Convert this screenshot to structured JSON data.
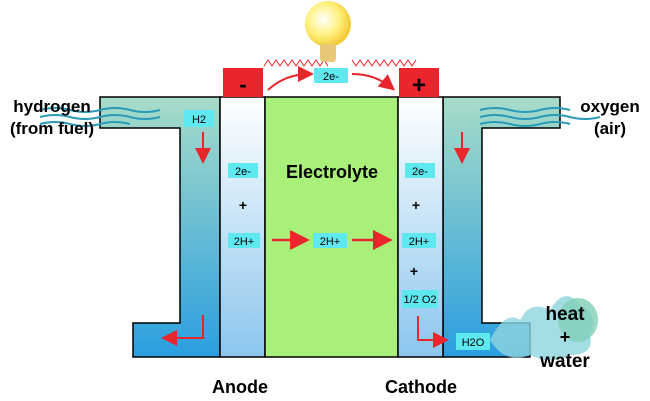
{
  "title": "Fuel cell diagram",
  "labels": {
    "hydrogen": "hydrogen",
    "hydrogen_sub": "(from fuel)",
    "oxygen": "oxygen",
    "oxygen_sub": "(air)",
    "electrolyte": "Electrolyte",
    "anode": "Anode",
    "cathode": "Cathode",
    "heat": "heat",
    "plus_sign": "+",
    "water": "water"
  },
  "terminals": {
    "negative": "-",
    "positive": "+"
  },
  "chips": {
    "top_electrons": "2e-",
    "h2": "H2",
    "anode_electrons": "2e-",
    "anode_plus": "+",
    "anode_protons": "2H+",
    "electrolyte_protons": "2H+",
    "cathode_electrons": "2e-",
    "cathode_plus1": "+",
    "cathode_protons": "2H+",
    "cathode_plus2": "+",
    "oxygen_half": "1/2 O2",
    "water_out": "H2O"
  },
  "colors": {
    "electrolyte": "#a8f07a",
    "terminal": "#e8262c",
    "arrow": "#e8262c",
    "chip": "#5ee8f0"
  }
}
